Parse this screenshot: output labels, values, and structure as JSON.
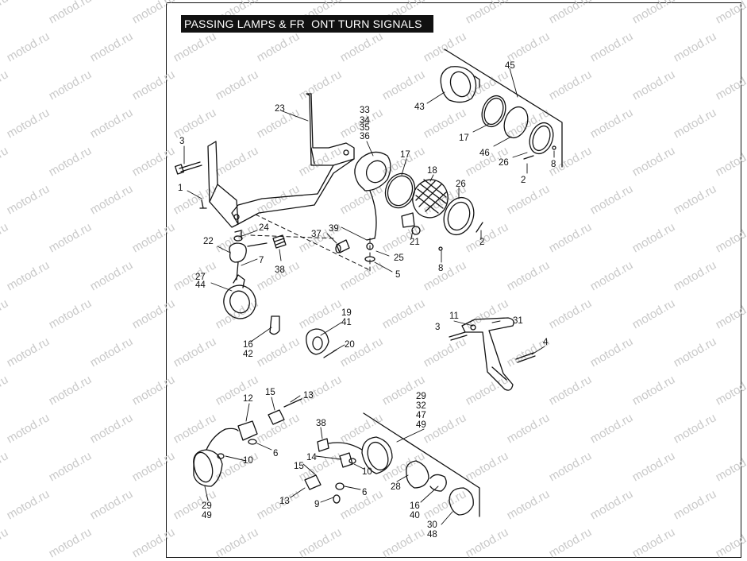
{
  "title": "PASSING LAMPS & FR  ONT TURN SIGNALS",
  "watermark": "motod.ru",
  "colors": {
    "ink": "#111111",
    "watermark": "#c9c9c9",
    "title_bg": "#111111",
    "title_fg": "#ffffff"
  },
  "callouts": {
    "c_3a": "3",
    "c_1": "1",
    "c_23": "23",
    "c_33": "33",
    "c_34": "34",
    "c_35": "35",
    "c_36": "36",
    "c_17a": "17",
    "c_18": "18",
    "c_26a": "26",
    "c_45": "45",
    "c_43": "43",
    "c_17b": "17",
    "c_46": "46",
    "c_26b": "26",
    "c_2a": "2",
    "c_8a": "8",
    "c_24": "24",
    "c_22": "22",
    "c_7": "7",
    "c_27": "27",
    "c_44": "44",
    "c_37": "37",
    "c_38a": "38",
    "c_39": "39",
    "c_25": "25",
    "c_5": "5",
    "c_21": "21",
    "c_2b": "2",
    "c_8b": "8",
    "c_19": "19",
    "c_41": "41",
    "c_20": "20",
    "c_16a": "16",
    "c_42": "42",
    "c_11": "11",
    "c_3b": "3",
    "c_31": "31",
    "c_4": "4",
    "c_12": "12",
    "c_15a": "15",
    "c_13a": "13",
    "c_10a": "10",
    "c_6a": "6",
    "c_29a": "29",
    "c_49a": "49",
    "c_29b": "29",
    "c_32": "32",
    "c_47": "47",
    "c_49b": "49",
    "c_38b": "38",
    "c_14": "14",
    "c_15b": "15",
    "c_10b": "10",
    "c_28": "28",
    "c_13b": "13",
    "c_9": "9",
    "c_6b": "6",
    "c_16b": "16",
    "c_40": "40",
    "c_30": "30",
    "c_48": "48"
  }
}
